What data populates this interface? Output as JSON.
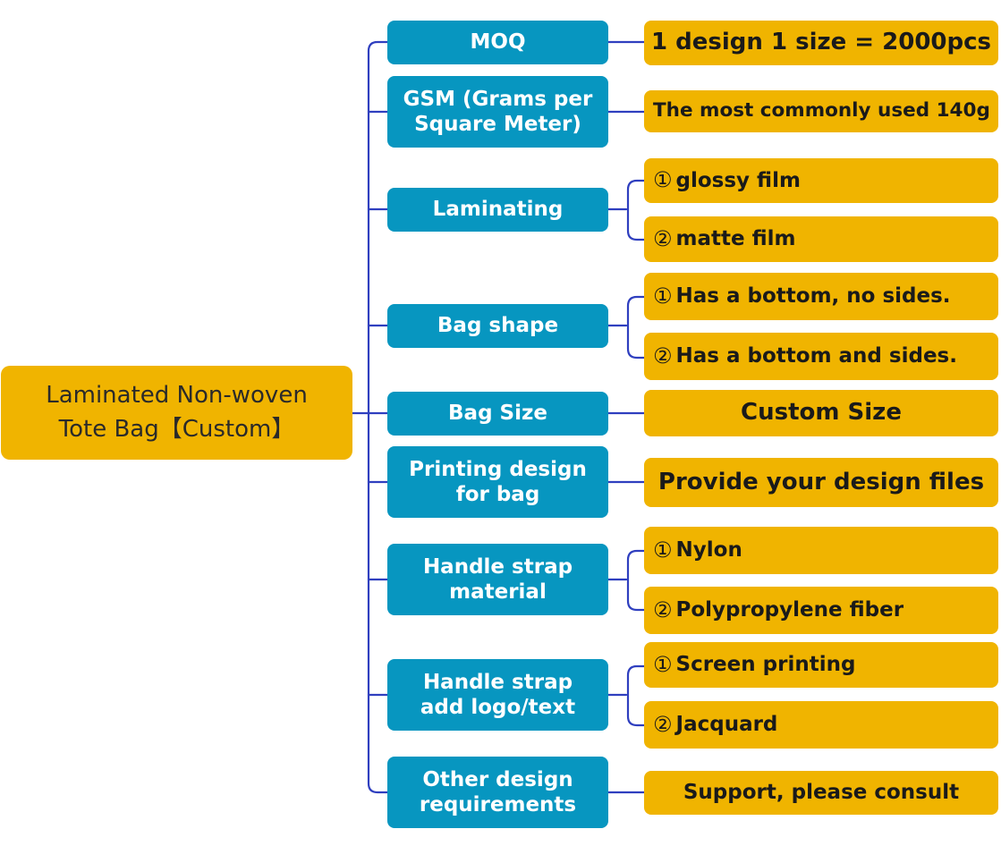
{
  "root": {
    "label": "Laminated Non-woven\nTote Bag【Custom】"
  },
  "categories": [
    {
      "label": "MOQ",
      "options": [
        "1 design 1 size = 2000pcs"
      ]
    },
    {
      "label": "GSM (Grams per\nSquare Meter)",
      "options": [
        "The most commonly used 140g"
      ]
    },
    {
      "label": "Laminating",
      "options": [
        "glossy film",
        "matte film"
      ]
    },
    {
      "label": "Bag shape",
      "options": [
        "Has a bottom, no sides.",
        "Has a bottom and sides."
      ]
    },
    {
      "label": "Bag Size",
      "options": [
        "Custom Size"
      ]
    },
    {
      "label": "Printing design\nfor bag",
      "options": [
        "Provide your design files"
      ]
    },
    {
      "label": "Handle strap\nmaterial",
      "options": [
        "Nylon",
        "Polypropylene fiber"
      ]
    },
    {
      "label": "Handle strap\nadd logo/text",
      "options": [
        "Screen printing",
        "Jacquard"
      ]
    },
    {
      "label": "Other design\nrequirements",
      "options": [
        "Support, please consult"
      ]
    }
  ],
  "option_markers": [
    "①",
    "②"
  ],
  "colors": {
    "root": "#F0B400",
    "category": "#0796C0",
    "option": "#F0B400",
    "connector": "#2F3FBF"
  }
}
